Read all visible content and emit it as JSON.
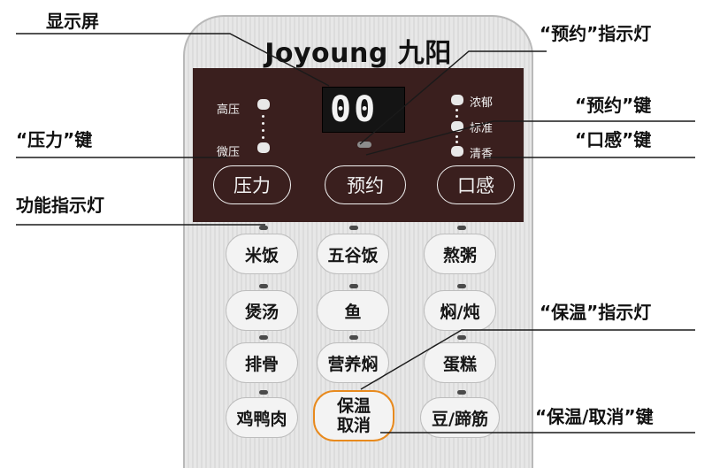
{
  "brand": "Joyoung 九阳",
  "display": {
    "digits": "00"
  },
  "pressure": {
    "high": "高压",
    "low": "微压"
  },
  "taste": {
    "strong": "浓郁",
    "standard": "标准",
    "light": "清香"
  },
  "keys": {
    "pressure": "压力",
    "schedule": "预约",
    "taste": "口感"
  },
  "functions": [
    {
      "label": "米饭"
    },
    {
      "label": "五谷饭"
    },
    {
      "label": "熬粥"
    },
    {
      "label": "煲汤"
    },
    {
      "label": "鱼"
    },
    {
      "label": "焖/炖"
    },
    {
      "label": "排骨"
    },
    {
      "label": "营养焖"
    },
    {
      "label": "蛋糕"
    },
    {
      "label": "鸡鸭肉"
    },
    {
      "label": "保温",
      "label2": "取消"
    },
    {
      "label": "豆/蹄筋"
    }
  ],
  "callouts": {
    "display": "显示屏",
    "schedule_indicator": "“预约”指示灯",
    "schedule_key": "“预约”键",
    "pressure_key": "“压力”键",
    "taste_key": "“口感”键",
    "function_indicator": "功能指示灯",
    "keep_indicator": "“保温”指示灯",
    "keep_cancel_key": "“保温/取消”键"
  }
}
